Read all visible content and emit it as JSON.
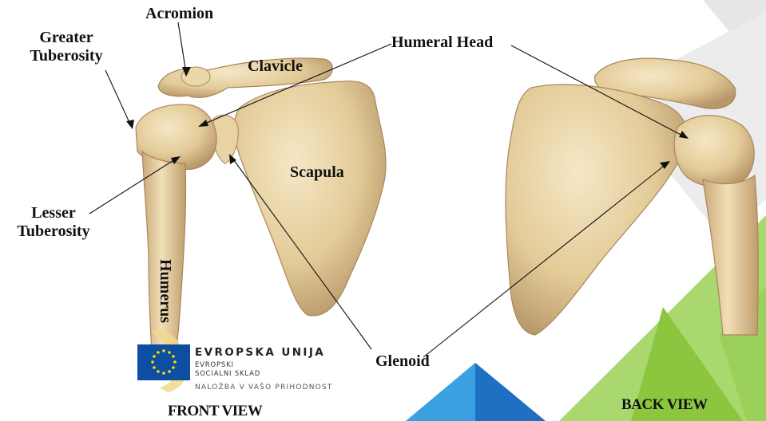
{
  "labels": {
    "acromion": "Acromion",
    "greater_tuberosity": [
      "Greater",
      "Tuberosity"
    ],
    "clavicle": "Clavicle",
    "humeral_head": "Humeral Head",
    "scapula": "Scapula",
    "lesser_tuberosity": [
      "Lesser",
      "Tuberosity"
    ],
    "humerus": "Humerus",
    "glenoid": "Glenoid",
    "front_view": "FRONT VIEW",
    "back_view": "BACK VIEW"
  },
  "eu_logo": {
    "line1": "EVROPSKA UNIJA",
    "line2": "EVROPSKI",
    "line3": "SOCIALNI SKLAD",
    "line4": "NALOŽBA V VAŠO PRIHODNOST"
  },
  "colors": {
    "bone": "#e8d2a4",
    "bone_shadow": "#b99a6a",
    "eu_blue": "#0d4ea3",
    "eu_star": "#ffdd00",
    "green_light": "#a9d86e",
    "green_mid": "#8cc63f",
    "blue_light": "#3aa0e0",
    "blue_dark": "#1f6fc2",
    "grey_bg": "#e6e6e6"
  }
}
